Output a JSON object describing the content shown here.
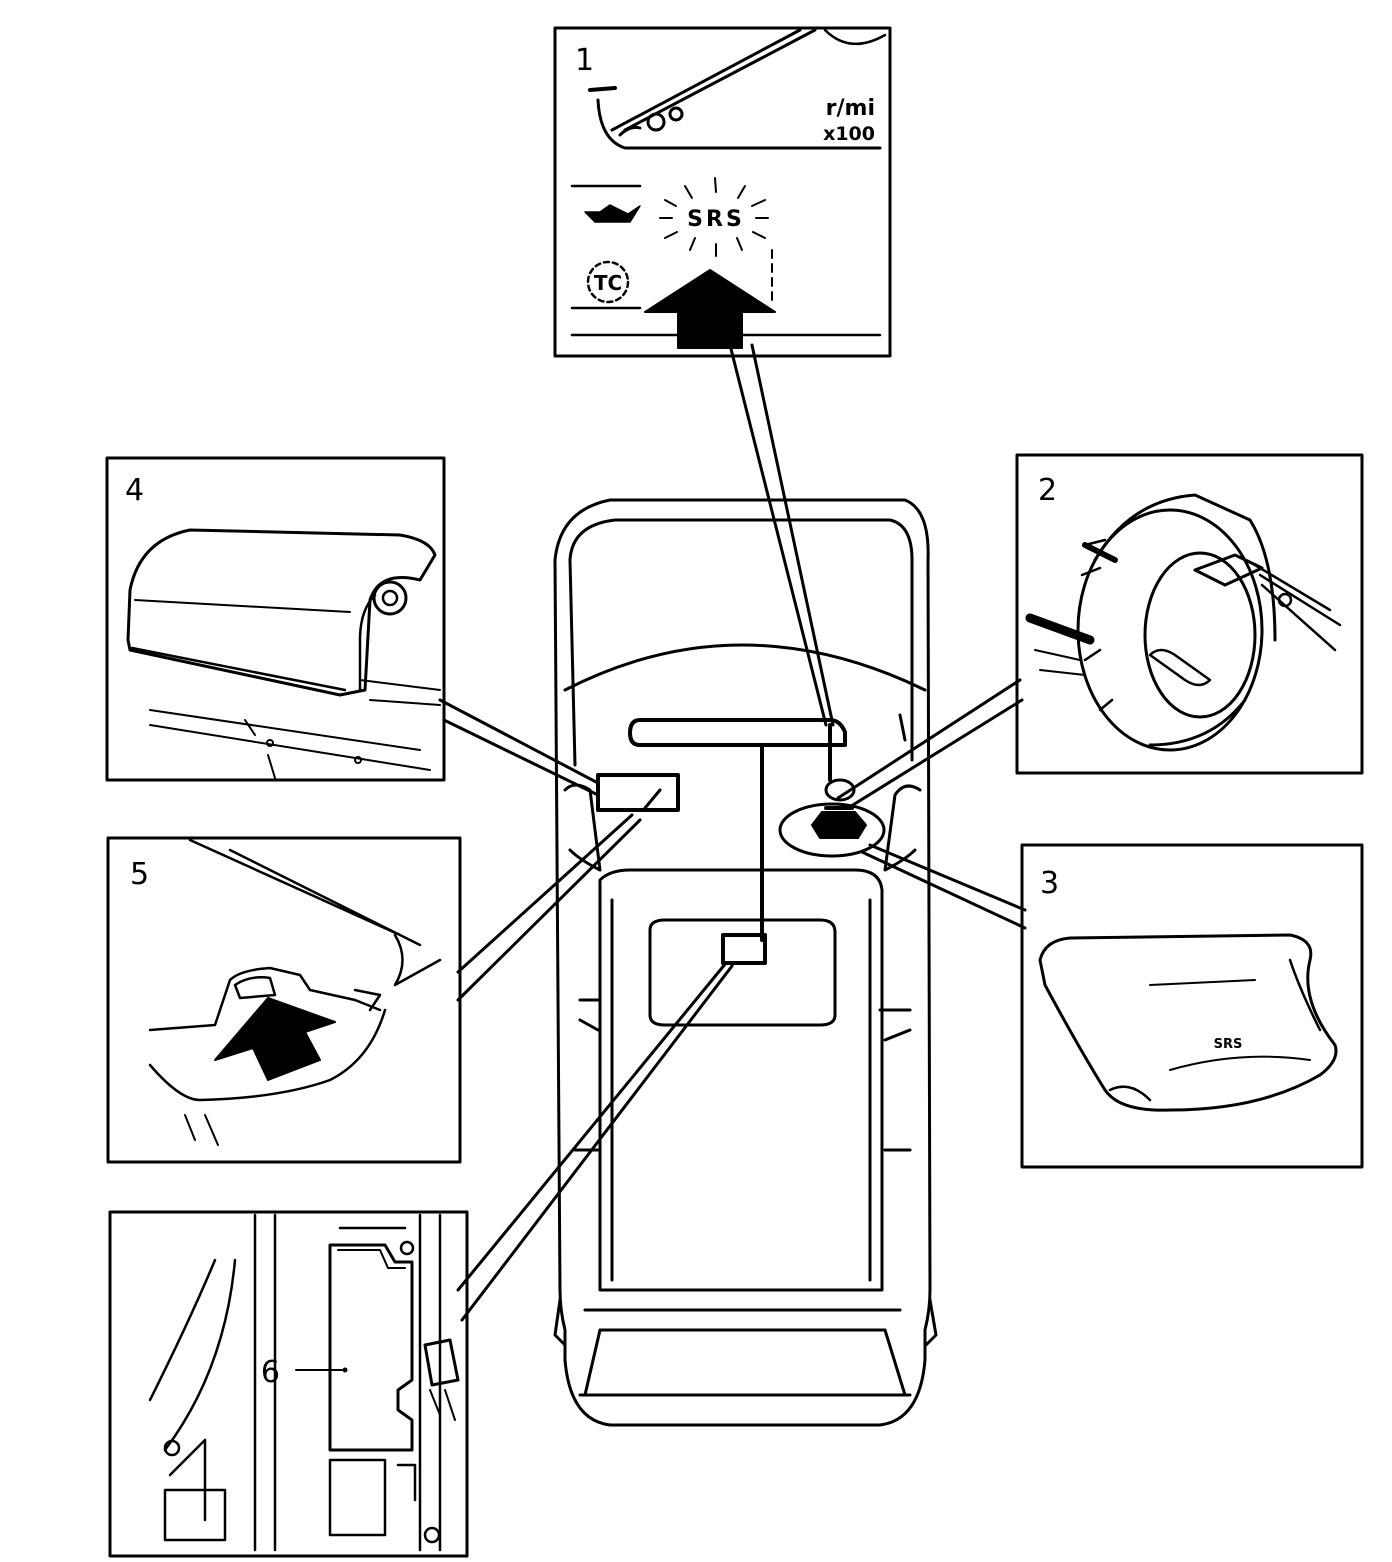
{
  "callouts": {
    "c1": "1",
    "c2": "2",
    "c3": "3",
    "c4": "4",
    "c5": "5",
    "c6": "6"
  },
  "panel1": {
    "gauge_unit": "r/mi",
    "gauge_multiplier": "x100",
    "warning_light": "SRS",
    "tc_light": "TC"
  },
  "panel3": {
    "cover_marking": "SRS"
  },
  "colors": {
    "ink": "#000000",
    "paper": "#ffffff"
  }
}
